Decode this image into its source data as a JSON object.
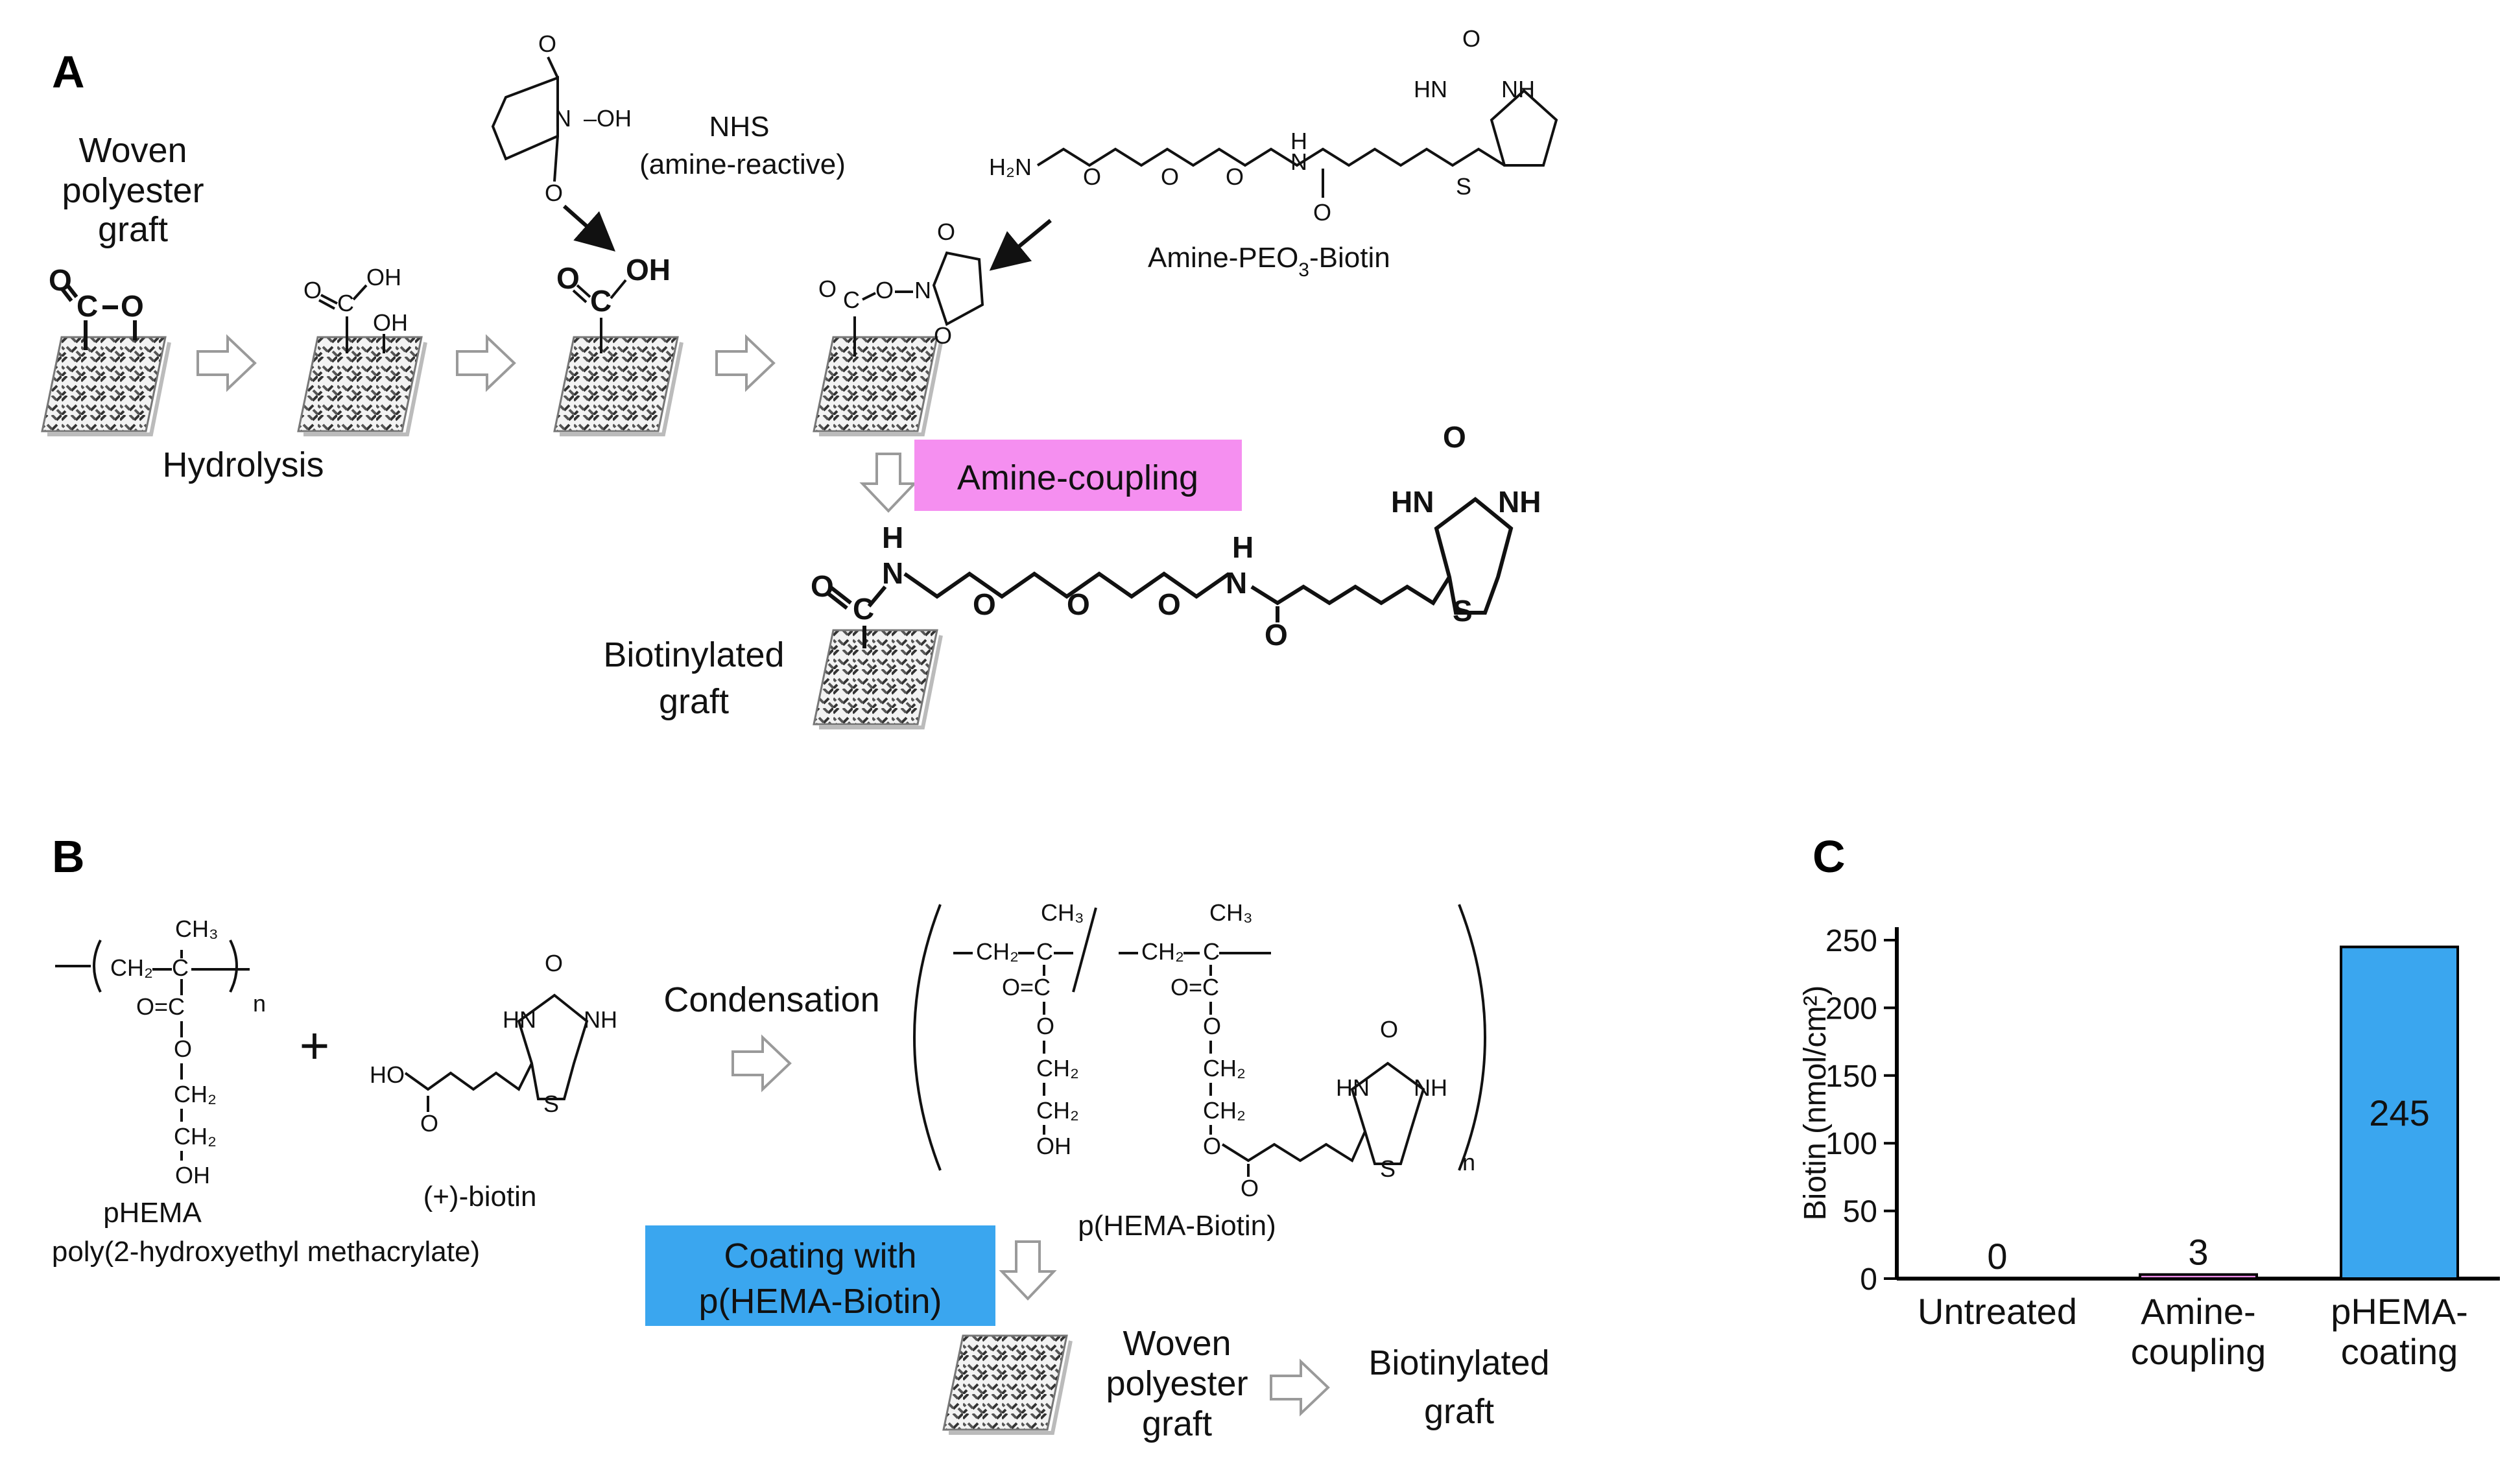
{
  "colors": {
    "amine_coupling": "#f58ff0",
    "phema_coating": "#3aa6ef",
    "hatch": "#444444",
    "arrow": "#9a9a9a"
  },
  "panel_a": {
    "letter": "A",
    "start_label": [
      "Woven",
      "polyester",
      "graft"
    ],
    "hydrolysis": "Hydrolysis",
    "nhs_label": "NHS",
    "nhs_desc": "(amine-reactive)",
    "reagent_prefix": "Amine-PEO",
    "reagent_sub": "3",
    "reagent_suffix": "-Biotin",
    "amine_coupling": "Amine-coupling",
    "product_label": [
      "Biotinylated",
      "graft"
    ]
  },
  "panel_b": {
    "letter": "B",
    "phema_abbrev": "pHEMA",
    "phema_name": "poly(2-hydroxyethyl methacrylate)",
    "biotin_name": "(+)-biotin",
    "plus": "+",
    "condensation": "Condensation",
    "copolymer_name": "p(HEMA-Biotin)",
    "coating_label": [
      "Coating with",
      "p(HEMA-Biotin)"
    ],
    "graft_label": [
      "Woven",
      "polyester",
      "graft"
    ],
    "product_label": [
      "Biotinylated",
      "graft"
    ]
  },
  "panel_c": {
    "letter": "C"
  },
  "chart_data": {
    "type": "bar",
    "categories": [
      [
        "Untreated"
      ],
      [
        "Amine-",
        "coupling"
      ],
      [
        "pHEMA-",
        "coating"
      ]
    ],
    "values": [
      0,
      3,
      245
    ],
    "value_labels": [
      "0",
      "3",
      "245"
    ],
    "bar_colors": [
      "#ffffff",
      "#f58ff0",
      "#3aa6ef"
    ],
    "ylabel": "Biotin (nmol/cm²)",
    "ylim": [
      0,
      250
    ],
    "yticks": [
      0,
      50,
      100,
      150,
      200,
      250
    ]
  }
}
